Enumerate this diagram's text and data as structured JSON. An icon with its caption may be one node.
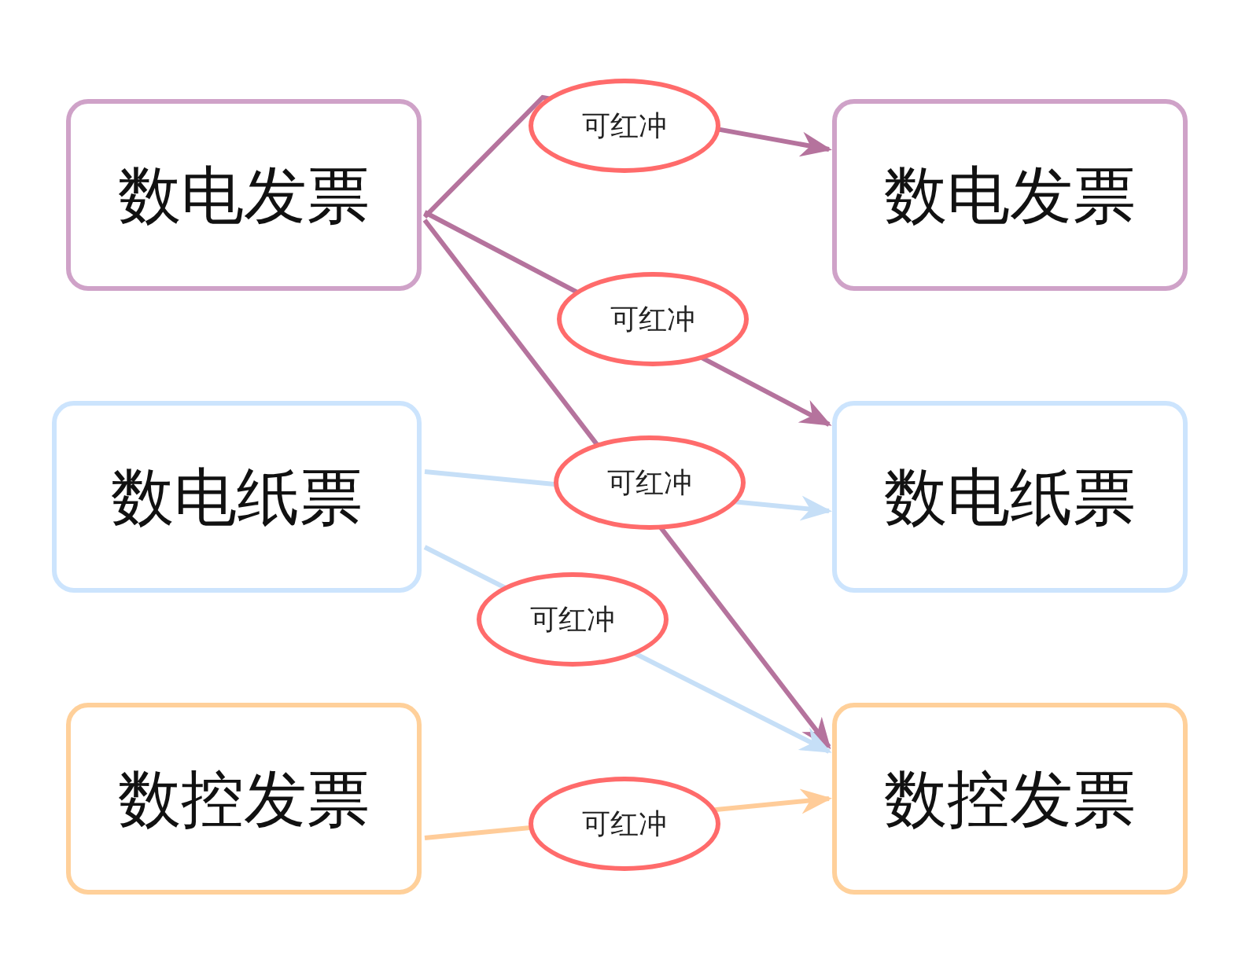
{
  "diagram": {
    "nodes": [
      {
        "text": [
          "数电发票"
        ]
      },
      {
        "text": [
          "数电纸票"
        ]
      },
      {
        "text": [
          "数控发票"
        ]
      },
      {
        "text": [
          "数电发票"
        ]
      },
      {
        "text": [
          "数电纸票"
        ]
      },
      {
        "text": [
          "数控发票"
        ]
      }
    ],
    "edges": [
      {
        "from": 0,
        "to": 3,
        "arrow": "to",
        "label": "可红冲"
      },
      {
        "from": 0,
        "to": 4,
        "arrow": "to",
        "label": "可红冲"
      },
      {
        "from": 0,
        "to": 5,
        "arrow": "to"
      },
      {
        "from": 1,
        "to": 4,
        "arrow": "to",
        "label": "可红冲",
        "color": "#c6dff7"
      },
      {
        "from": 1,
        "to": 5,
        "arrow": "to",
        "label": "可红冲",
        "color": "#c6dff7"
      },
      {
        "from": 2,
        "to": 5,
        "arrow": "to",
        "label": "可红冲",
        "color": "#ffcc99"
      }
    ]
  }
}
